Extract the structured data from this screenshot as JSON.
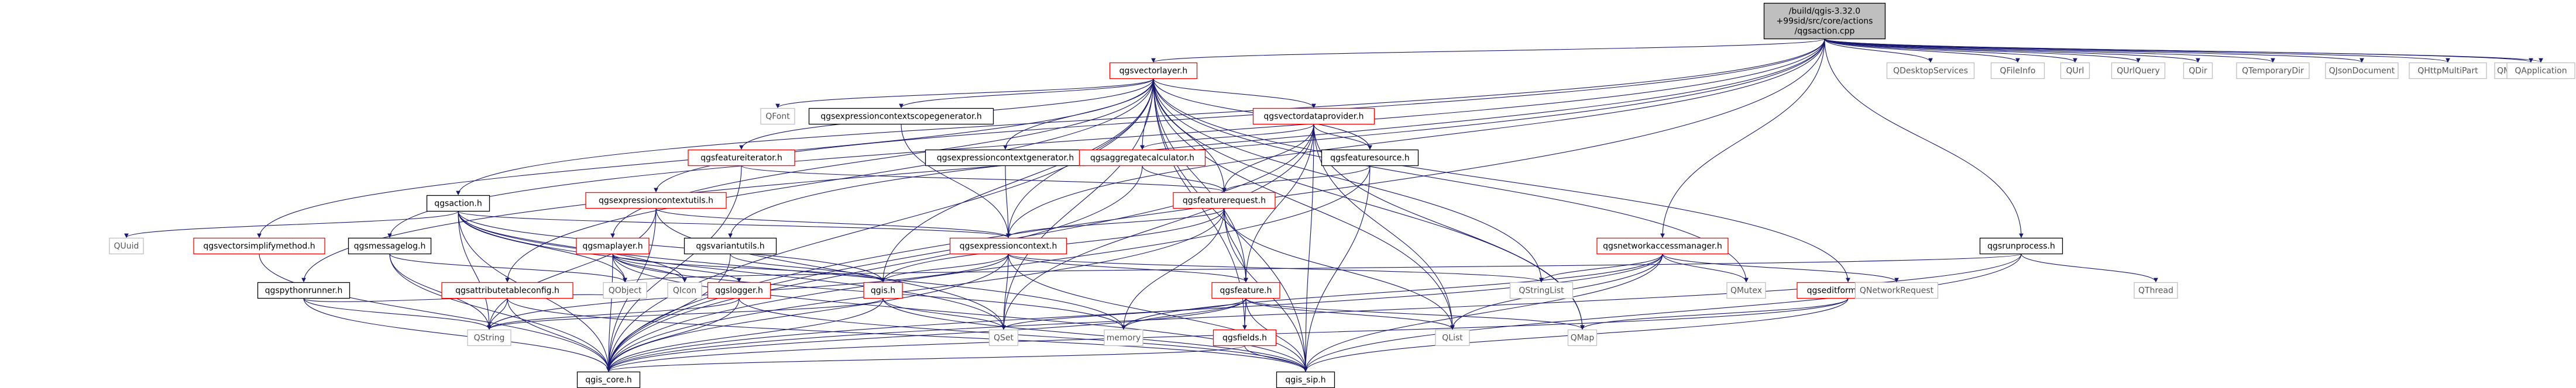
{
  "graph": {
    "nodes": [
      {
        "id": "root",
        "label_lines": [
          "/build/qgis-3.32.0",
          "+99sid/src/core/actions",
          "/qgsaction.cpp"
        ],
        "kind": "root"
      },
      {
        "id": "qgsvectorlayer",
        "label_lines": [
          "qgsvectorlayer.h"
        ],
        "kind": "red"
      },
      {
        "id": "qgsaction",
        "label_lines": [
          "qgsaction.h"
        ],
        "kind": "plain"
      },
      {
        "id": "qgsexpressioncontextutils",
        "label_lines": [
          "qgsexpressioncontextutils.h"
        ],
        "kind": "red"
      },
      {
        "id": "qgsnetworkaccessmanager",
        "label_lines": [
          "qgsnetworkaccessmanager.h"
        ],
        "kind": "red"
      },
      {
        "id": "qgsrunprocess",
        "label_lines": [
          "qgsrunprocess.h"
        ],
        "kind": "plain"
      },
      {
        "id": "qgsvectordataprovider",
        "label_lines": [
          "qgsvectordataprovider.h"
        ],
        "kind": "red"
      },
      {
        "id": "qgsexpressioncontextscopegenerator",
        "label_lines": [
          "qgsexpressioncontextscopegenerator.h"
        ],
        "kind": "plain"
      },
      {
        "id": "qgsfeatureiterator",
        "label_lines": [
          "qgsfeatureiterator.h"
        ],
        "kind": "red"
      },
      {
        "id": "qgsexpressioncontextgenerator",
        "label_lines": [
          "qgsexpressioncontextgenerator.h"
        ],
        "kind": "plain"
      },
      {
        "id": "qgsaggregatecalculator",
        "label_lines": [
          "qgsaggregatecalculator.h"
        ],
        "kind": "red"
      },
      {
        "id": "qgsfeaturesource",
        "label_lines": [
          "qgsfeaturesource.h"
        ],
        "kind": "plain"
      },
      {
        "id": "qgsfeaturerequest",
        "label_lines": [
          "qgsfeaturerequest.h"
        ],
        "kind": "red"
      },
      {
        "id": "qgsexpressioncontext",
        "label_lines": [
          "qgsexpressioncontext.h"
        ],
        "kind": "red"
      },
      {
        "id": "qgsvectorsimplifymethod",
        "label_lines": [
          "qgsvectorsimplifymethod.h"
        ],
        "kind": "red"
      },
      {
        "id": "qgsmessagelog",
        "label_lines": [
          "qgsmessagelog.h"
        ],
        "kind": "plain"
      },
      {
        "id": "qgsmaplayer",
        "label_lines": [
          "qgsmaplayer.h"
        ],
        "kind": "red"
      },
      {
        "id": "qgsvariantutils",
        "label_lines": [
          "qgsvariantutils.h"
        ],
        "kind": "plain"
      },
      {
        "id": "qgspythonrunner",
        "label_lines": [
          "qgspythonrunner.h"
        ],
        "kind": "plain"
      },
      {
        "id": "qgsattributetableconfig",
        "label_lines": [
          "qgsattributetableconfig.h"
        ],
        "kind": "red"
      },
      {
        "id": "qgslogger",
        "label_lines": [
          "qgslogger.h"
        ],
        "kind": "red"
      },
      {
        "id": "qgis",
        "label_lines": [
          "qgis.h"
        ],
        "kind": "red"
      },
      {
        "id": "qgsfeature",
        "label_lines": [
          "qgsfeature.h"
        ],
        "kind": "red"
      },
      {
        "id": "qgsfields",
        "label_lines": [
          "qgsfields.h"
        ],
        "kind": "red"
      },
      {
        "id": "qgseditformconfig",
        "label_lines": [
          "qgseditformconfig.h"
        ],
        "kind": "red"
      },
      {
        "id": "qgis_core",
        "label_lines": [
          "qgis_core.h"
        ],
        "kind": "plain"
      },
      {
        "id": "qgis_sip",
        "label_lines": [
          "qgis_sip.h"
        ],
        "kind": "plain"
      },
      {
        "id": "QFont",
        "label_lines": [
          "QFont"
        ],
        "kind": "gray"
      },
      {
        "id": "QUuid",
        "label_lines": [
          "QUuid"
        ],
        "kind": "gray"
      },
      {
        "id": "QObject",
        "label_lines": [
          "QObject"
        ],
        "kind": "gray"
      },
      {
        "id": "QIcon",
        "label_lines": [
          "QIcon"
        ],
        "kind": "gray"
      },
      {
        "id": "QString",
        "label_lines": [
          "QString"
        ],
        "kind": "gray"
      },
      {
        "id": "QSet",
        "label_lines": [
          "QSet"
        ],
        "kind": "gray"
      },
      {
        "id": "memory",
        "label_lines": [
          "memory"
        ],
        "kind": "gray"
      },
      {
        "id": "QList",
        "label_lines": [
          "QList"
        ],
        "kind": "gray"
      },
      {
        "id": "QMap",
        "label_lines": [
          "QMap"
        ],
        "kind": "gray"
      },
      {
        "id": "QStringList",
        "label_lines": [
          "QStringList"
        ],
        "kind": "gray"
      },
      {
        "id": "QMutex",
        "label_lines": [
          "QMutex"
        ],
        "kind": "gray"
      },
      {
        "id": "QNetworkRequest",
        "label_lines": [
          "QNetworkRequest"
        ],
        "kind": "gray"
      },
      {
        "id": "QThread",
        "label_lines": [
          "QThread"
        ],
        "kind": "gray"
      },
      {
        "id": "QDesktopServices",
        "label_lines": [
          "QDesktopServices"
        ],
        "kind": "gray"
      },
      {
        "id": "QFileInfo",
        "label_lines": [
          "QFileInfo"
        ],
        "kind": "gray"
      },
      {
        "id": "QUrl",
        "label_lines": [
          "QUrl"
        ],
        "kind": "gray"
      },
      {
        "id": "QUrlQuery",
        "label_lines": [
          "QUrlQuery"
        ],
        "kind": "gray"
      },
      {
        "id": "QDir",
        "label_lines": [
          "QDir"
        ],
        "kind": "gray"
      },
      {
        "id": "QTemporaryDir",
        "label_lines": [
          "QTemporaryDir"
        ],
        "kind": "gray"
      },
      {
        "id": "QJsonDocument",
        "label_lines": [
          "QJsonDocument"
        ],
        "kind": "gray"
      },
      {
        "id": "QHttpMultiPart",
        "label_lines": [
          "QHttpMultiPart"
        ],
        "kind": "gray"
      },
      {
        "id": "QMimeDatabase",
        "label_lines": [
          "QMimeDatabase"
        ],
        "kind": "gray"
      },
      {
        "id": "QApplication",
        "label_lines": [
          "QApplication"
        ],
        "kind": "gray"
      }
    ],
    "edges": [
      [
        "root",
        "qgsvectorlayer"
      ],
      [
        "root",
        "qgsaction"
      ],
      [
        "root",
        "qgsexpressioncontextutils"
      ],
      [
        "root",
        "qgsnetworkaccessmanager"
      ],
      [
        "root",
        "qgsrunprocess"
      ],
      [
        "root",
        "qgspythonrunner"
      ],
      [
        "root",
        "qgsexpressioncontext"
      ],
      [
        "root",
        "qgsvariantutils"
      ],
      [
        "root",
        "qgsmessagelog"
      ],
      [
        "root",
        "QDesktopServices"
      ],
      [
        "root",
        "QFileInfo"
      ],
      [
        "root",
        "QUrl"
      ],
      [
        "root",
        "QUrlQuery"
      ],
      [
        "root",
        "QDir"
      ],
      [
        "root",
        "QTemporaryDir"
      ],
      [
        "root",
        "QJsonDocument"
      ],
      [
        "root",
        "QHttpMultiPart"
      ],
      [
        "root",
        "QMimeDatabase"
      ],
      [
        "root",
        "QApplication"
      ],
      [
        "root",
        "qgis_core"
      ],
      [
        "qgsvectorlayer",
        "qgsvectordataprovider"
      ],
      [
        "qgsvectorlayer",
        "QFont"
      ],
      [
        "qgsvectorlayer",
        "qgsexpressioncontextscopegenerator"
      ],
      [
        "qgsvectorlayer",
        "qgsfeatureiterator"
      ],
      [
        "qgsvectorlayer",
        "qgsexpressioncontextgenerator"
      ],
      [
        "qgsvectorlayer",
        "qgsaggregatecalculator"
      ],
      [
        "qgsvectorlayer",
        "qgsfeaturesource"
      ],
      [
        "qgsvectorlayer",
        "qgsfeaturerequest"
      ],
      [
        "qgsvectorlayer",
        "qgsvectorsimplifymethod"
      ],
      [
        "qgsvectorlayer",
        "qgsmaplayer"
      ],
      [
        "qgsvectorlayer",
        "qgseditformconfig"
      ],
      [
        "qgsvectorlayer",
        "qgsattributetableconfig"
      ],
      [
        "qgsvectorlayer",
        "qgis"
      ],
      [
        "qgsvectorlayer",
        "qgsfeature"
      ],
      [
        "qgsvectorlayer",
        "qgsfields"
      ],
      [
        "qgsvectorlayer",
        "QList"
      ],
      [
        "qgsvectorlayer",
        "QMap"
      ],
      [
        "qgsvectorlayer",
        "QSet"
      ],
      [
        "qgsvectorlayer",
        "QStringList"
      ],
      [
        "qgsvectorlayer",
        "qgis_core"
      ],
      [
        "qgsvectorlayer",
        "qgis_sip"
      ],
      [
        "qgsvectorlayer",
        "QMutex"
      ],
      [
        "qgsvectorlayer",
        "qgsexpressioncontext"
      ],
      [
        "qgsvectordataprovider",
        "qgsfeaturesource"
      ],
      [
        "qgsvectordataprovider",
        "qgsaggregatecalculator"
      ],
      [
        "qgsvectordataprovider",
        "qgsfeaturerequest"
      ],
      [
        "qgsvectordataprovider",
        "qgsfeature"
      ],
      [
        "qgsvectordataprovider",
        "qgis_core"
      ],
      [
        "qgsvectordataprovider",
        "QList"
      ],
      [
        "qgsvectordataprovider",
        "QSet"
      ],
      [
        "qgsvectordataprovider",
        "QMap"
      ],
      [
        "qgsvectordataprovider",
        "qgis_sip"
      ],
      [
        "qgsexpressioncontextscopegenerator",
        "qgsexpressioncontext"
      ],
      [
        "qgsfeatureiterator",
        "qgsfeaturerequest"
      ],
      [
        "qgsfeatureiterator",
        "qgis_core"
      ],
      [
        "qgsexpressioncontextgenerator",
        "qgsexpressioncontext"
      ],
      [
        "qgsaggregatecalculator",
        "qgsfeaturerequest"
      ],
      [
        "qgsaggregatecalculator",
        "qgis_core"
      ],
      [
        "qgsfeaturesource",
        "qgsfeaturerequest"
      ],
      [
        "qgsfeaturesource",
        "qgis_core"
      ],
      [
        "qgsfeaturesource",
        "qgis_sip"
      ],
      [
        "qgsfeaturerequest",
        "qgsexpressioncontext"
      ],
      [
        "qgsfeaturerequest",
        "qgsfeature"
      ],
      [
        "qgsfeaturerequest",
        "qgis"
      ],
      [
        "qgsfeaturerequest",
        "memory"
      ],
      [
        "qgsfeaturerequest",
        "QList"
      ],
      [
        "qgsfeaturerequest",
        "qgis_core"
      ],
      [
        "qgsfeaturerequest",
        "qgis_sip"
      ],
      [
        "qgsexpressioncontextutils",
        "qgsexpressioncontext"
      ],
      [
        "qgsexpressioncontextutils",
        "qgis_core"
      ],
      [
        "qgsexpressioncontextutils",
        "QString"
      ],
      [
        "qgsexpressioncontextutils",
        "QSet"
      ],
      [
        "qgsaction",
        "QUuid"
      ],
      [
        "qgsaction",
        "QObject"
      ],
      [
        "qgsaction",
        "QIcon"
      ],
      [
        "qgsaction",
        "QString"
      ],
      [
        "qgsaction",
        "qgis_core"
      ],
      [
        "qgsaction",
        "qgsexpressioncontext"
      ],
      [
        "qgsaction",
        "qgis"
      ],
      [
        "qgsaction",
        "QSet"
      ],
      [
        "qgsaction",
        "memory"
      ],
      [
        "qgsexpressioncontext",
        "QStringList"
      ],
      [
        "qgsexpressioncontext",
        "qgsfeature"
      ],
      [
        "qgsexpressioncontext",
        "qgis"
      ],
      [
        "qgsexpressioncontext",
        "QSet"
      ],
      [
        "qgsexpressioncontext",
        "QString"
      ],
      [
        "qgsexpressioncontext",
        "qgis_core"
      ],
      [
        "qgsexpressioncontext",
        "qgis_sip"
      ],
      [
        "qgsvectorsimplifymethod",
        "qgis_core"
      ],
      [
        "qgsmessagelog",
        "QString"
      ],
      [
        "qgsmessagelog",
        "QObject"
      ],
      [
        "qgsmessagelog",
        "qgis_core"
      ],
      [
        "qgsmaplayer",
        "QObject"
      ],
      [
        "qgsmaplayer",
        "QIcon"
      ],
      [
        "qgsmaplayer",
        "qgis_core"
      ],
      [
        "qgsmaplayer",
        "qgis_sip"
      ],
      [
        "qgsmaplayer",
        "qgis"
      ],
      [
        "qgsmaplayer",
        "qgslogger"
      ],
      [
        "qgsmaplayer",
        "memory"
      ],
      [
        "qgsvariantutils",
        "qgis"
      ],
      [
        "qgsvariantutils",
        "qgis_core"
      ],
      [
        "qgspythonrunner",
        "QObject"
      ],
      [
        "qgspythonrunner",
        "QString"
      ],
      [
        "qgspythonrunner",
        "qgis_core"
      ],
      [
        "qgsattributetableconfig",
        "QString"
      ],
      [
        "qgsattributetableconfig",
        "qgis_core"
      ],
      [
        "qgsattributetableconfig",
        "qgis_sip"
      ],
      [
        "qgslogger",
        "QString"
      ],
      [
        "qgslogger",
        "qgis_core"
      ],
      [
        "qgslogger",
        "qgis_sip"
      ],
      [
        "qgis",
        "QString"
      ],
      [
        "qgis",
        "qgis_core"
      ],
      [
        "qgis",
        "qgis_sip"
      ],
      [
        "qgis",
        "QSet"
      ],
      [
        "qgsfeature",
        "qgsfields"
      ],
      [
        "qgsfeature",
        "QList"
      ],
      [
        "qgsfeature",
        "QMap"
      ],
      [
        "qgsfeature",
        "memory"
      ],
      [
        "qgsfeature",
        "QSet"
      ],
      [
        "qgsfeature",
        "qgis_core"
      ],
      [
        "qgsfeature",
        "qgis_sip"
      ],
      [
        "qgsfields",
        "qgis_core"
      ],
      [
        "qgsfields",
        "qgis_sip"
      ],
      [
        "qgseditformconfig",
        "QMap"
      ],
      [
        "qgseditformconfig",
        "qgis_core"
      ],
      [
        "qgseditformconfig",
        "qgis_sip"
      ],
      [
        "qgsnetworkaccessmanager",
        "QStringList"
      ],
      [
        "qgsnetworkaccessmanager",
        "QMutex"
      ],
      [
        "qgsnetworkaccessmanager",
        "QNetworkRequest"
      ],
      [
        "qgsnetworkaccessmanager",
        "memory"
      ],
      [
        "qgsnetworkaccessmanager",
        "qgis_core"
      ],
      [
        "qgsnetworkaccessmanager",
        "qgis_sip"
      ],
      [
        "qgsnetworkaccessmanager",
        "QList"
      ],
      [
        "qgsrunprocess",
        "QObject"
      ],
      [
        "qgsrunprocess",
        "QThread"
      ],
      [
        "qgsrunprocess",
        "qgis_core"
      ],
      [
        "qgsrunprocess",
        "qgis_sip"
      ]
    ]
  }
}
